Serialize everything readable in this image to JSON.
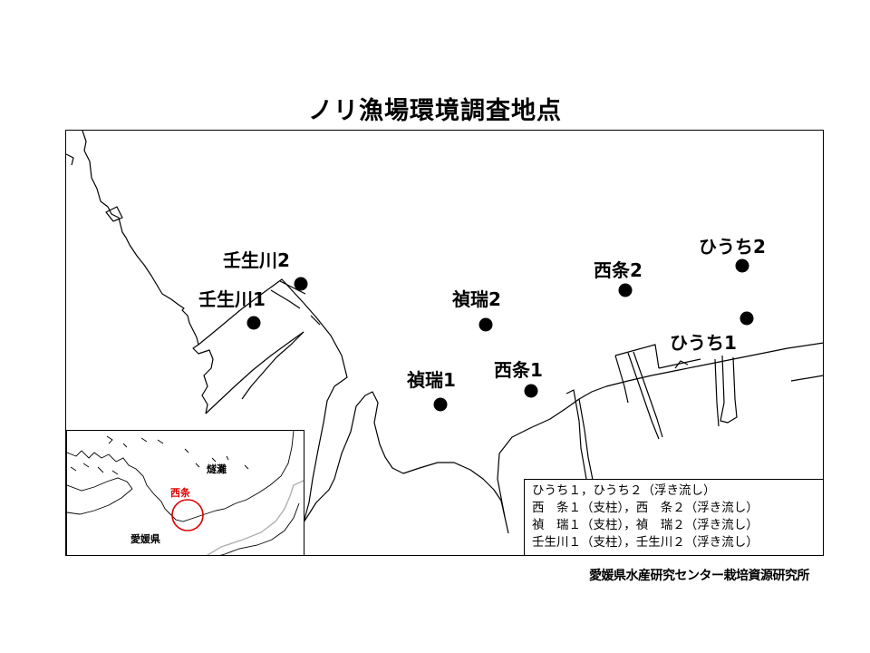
{
  "title": "ノリ漁場環境調査地点",
  "stations": [
    {
      "id": "mibugawa2",
      "label": "壬生川2"
    },
    {
      "id": "mibugawa1",
      "label": "壬生川1"
    },
    {
      "id": "teizui2",
      "label": "禎瑞2"
    },
    {
      "id": "teizui1",
      "label": "禎瑞1"
    },
    {
      "id": "saijo2",
      "label": "西条2"
    },
    {
      "id": "saijo1",
      "label": "西条1"
    },
    {
      "id": "hiuchi2",
      "label": "ひうち2"
    },
    {
      "id": "hiuchi1",
      "label": "ひうち1"
    }
  ],
  "inset": {
    "sea_label": "燧灘",
    "city_label": "西条",
    "prefecture_label": "愛媛県",
    "highlight_color": "#e00000"
  },
  "legend": [
    "ひうち１，ひうち２（浮き流し）",
    "西　条１（支柱），西　条２（浮き流し）",
    "禎　瑞１（支柱），禎　瑞２（浮き流し）",
    "壬生川１（支柱），壬生川２（浮き流し）"
  ],
  "credit": "愛媛県水産研究センター栽培資源研究所",
  "colors": {
    "dot": "#000000",
    "coast": "#000000",
    "background": "#ffffff"
  }
}
